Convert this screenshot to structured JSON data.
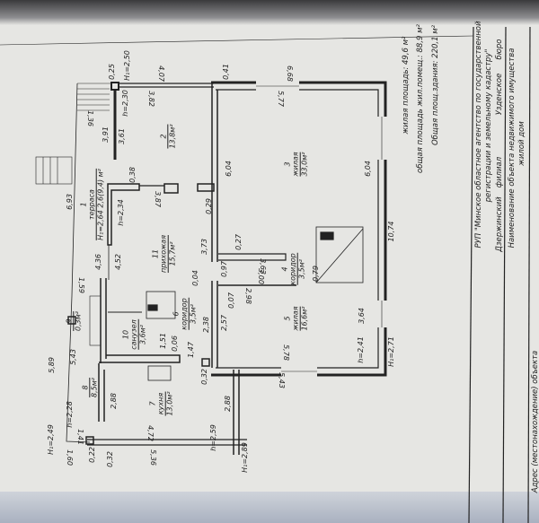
{
  "stamp": {
    "agency_line1": "РУП \"Минское областное агентство по государственной",
    "agency_line2": "регистрации и земельному кадастру\"",
    "branch_name": "Дзержинский",
    "branch_word": "филиал",
    "bureau_name": "Узденское",
    "bureau_word": "бюро",
    "object_label": "Наименование объекта недвижимого имущества",
    "object_name": "жилой дом",
    "address_label": "Адрес (местонахождение) объекта"
  },
  "summary": {
    "living_area": "жилая площадь: 49,6 м²",
    "total_dwelling_area": "общая площадь жил.помещ.: 88,9 м²",
    "total_building_area": "Общая площ.здания: 220,1 м²"
  },
  "rooms": [
    {
      "num": "1",
      "name": "терраса",
      "area": "H₁=2,64 2,6(9,4) м²"
    },
    {
      "num": "2",
      "name": "",
      "area": "13,8м²"
    },
    {
      "num": "3",
      "name": "жилая",
      "area": "33,0м²"
    },
    {
      "num": "4",
      "name": "коридор",
      "area": "3,5м²"
    },
    {
      "num": "5",
      "name": "жилая",
      "area": "16,6м²"
    },
    {
      "num": "6",
      "name": "коридор",
      "area": "3,5м²"
    },
    {
      "num": "7",
      "name": "кухня",
      "area": "13,0м²"
    },
    {
      "num": "8",
      "name": "",
      "area": "8,5м²"
    },
    {
      "num": "9",
      "name": "",
      "area": "0,3м²"
    },
    {
      "num": "10",
      "name": "санузел",
      "area": "3,6м²"
    },
    {
      "num": "11",
      "name": "прихожая",
      "area": "15,7м²"
    }
  ],
  "dimensions": [
    "0,25",
    "H₁=2,50",
    "4,07",
    "3,82",
    "0,41",
    "1,36",
    "3,91",
    "3,61",
    "h=2,30",
    "6,93",
    "0,38",
    "3,87",
    "0,29",
    "h=2,34",
    "4,36",
    "4,52",
    "3,73",
    "6,04",
    "6,04",
    "6,68",
    "5,77",
    "0,27",
    "3,63",
    "0,97",
    "0,04",
    "3,00",
    "2,98",
    "0,07",
    "0,79",
    "10,74",
    "2,57",
    "3,64",
    "h=2,41",
    "H₁=2,71",
    "5,78",
    "5,43",
    "1,59",
    "1,51",
    "0,06",
    "1,47",
    "2,38",
    "0,32",
    "5,89",
    "5,43",
    "2,88",
    "h=2,28",
    "H₁=2,49",
    "1,41",
    "1,60",
    "0,22",
    "0,32",
    "4,72",
    "5,36",
    "h=2,59",
    "2,88",
    "H₁=2,89"
  ]
}
